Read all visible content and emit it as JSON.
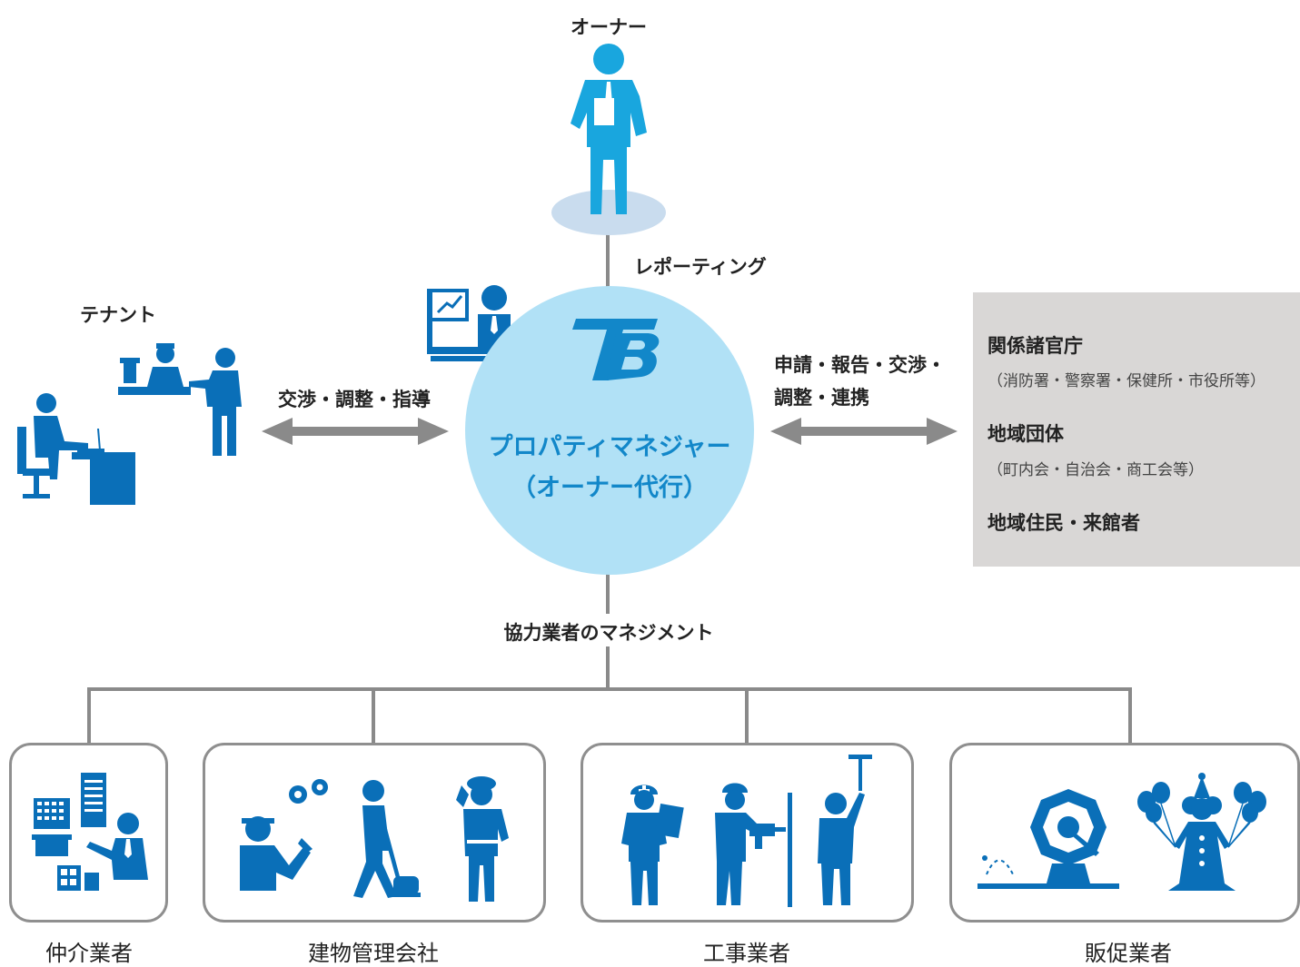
{
  "owner": {
    "label": "オーナー"
  },
  "reporting": {
    "label": "レポーティング"
  },
  "tenant": {
    "label": "テナント"
  },
  "tenant_relation": {
    "label": "交渉・調整・指導"
  },
  "government_relation": {
    "line1": "申請・報告・交渉・",
    "line2": "調整・連携"
  },
  "property_manager": {
    "logo": "TB",
    "line1": "プロパティマネジャー",
    "line2": "（オーナー代行）"
  },
  "stakeholders": {
    "gov_title": "関係諸官庁",
    "gov_detail": "（消防署・警察署・保健所・市役所等）",
    "community_title": "地域団体",
    "community_detail": "（町内会・自治会・商工会等）",
    "residents_title": "地域住民・来館者"
  },
  "vendor_management": {
    "label": "協力業者のマネジメント"
  },
  "vendors": [
    {
      "label": "仲介業者"
    },
    {
      "label": "建物管理会社"
    },
    {
      "label": "工事業者"
    },
    {
      "label": "販促業者"
    }
  ],
  "colors": {
    "icon_blue": "#0a6fb8",
    "owner_blue": "#19a6de",
    "circle": "#b1e1f6",
    "pm_text": "#1287c9",
    "arrow": "#8a8a8a",
    "panel": "#d9d7d6"
  }
}
